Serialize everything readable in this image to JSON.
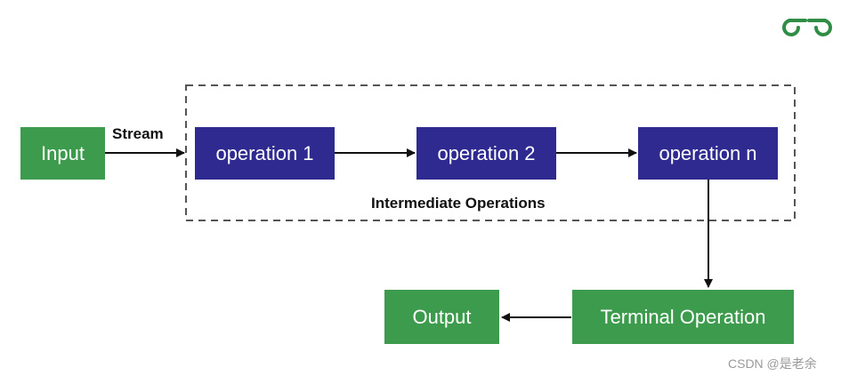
{
  "nodes": {
    "input": "Input",
    "op1": "operation 1",
    "op2": "operation 2",
    "opn": "operation n",
    "terminal": "Terminal Operation",
    "output": "Output"
  },
  "labels": {
    "stream": "Stream",
    "group": "Intermediate Operations"
  },
  "watermark": "CSDN @是老余",
  "logo": "gfg-logo",
  "colors": {
    "green": "#3c9b4c",
    "purple": "#2f2a8f",
    "logo_green": "#2f8d46",
    "dash": "#555555"
  }
}
